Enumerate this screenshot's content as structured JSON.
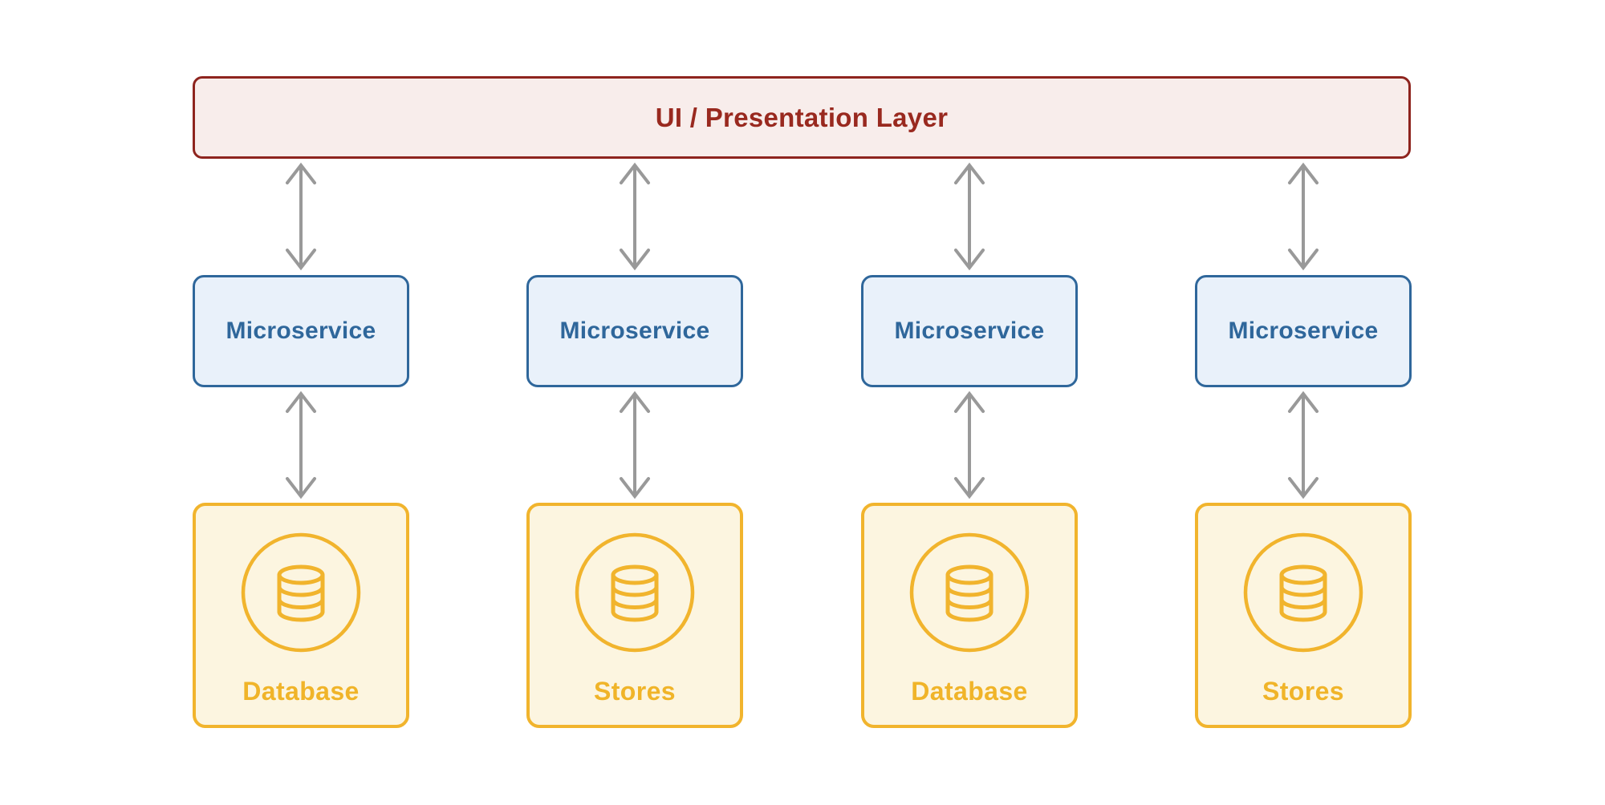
{
  "diagram": {
    "title": "UI / Presentation Layer",
    "columns": [
      {
        "service": "Microservice",
        "store": "Database"
      },
      {
        "service": "Microservice",
        "store": "Stores"
      },
      {
        "service": "Microservice",
        "store": "Database"
      },
      {
        "service": "Microservice",
        "store": "Stores"
      }
    ]
  },
  "icons": {
    "store": "database-cylinder-icon",
    "arrows": "bidirectional-arrow"
  },
  "colors": {
    "ui_border": "#8e241e",
    "ui_fill": "#f8edeb",
    "ui_text": "#99291f",
    "service_border": "#2f679b",
    "service_fill": "#e9f1fa",
    "service_text": "#2f679b",
    "store_border": "#f1b42d",
    "store_fill": "#fcf5e0",
    "store_text": "#f0b429",
    "arrow": "#999999",
    "background": "#ffffff"
  }
}
